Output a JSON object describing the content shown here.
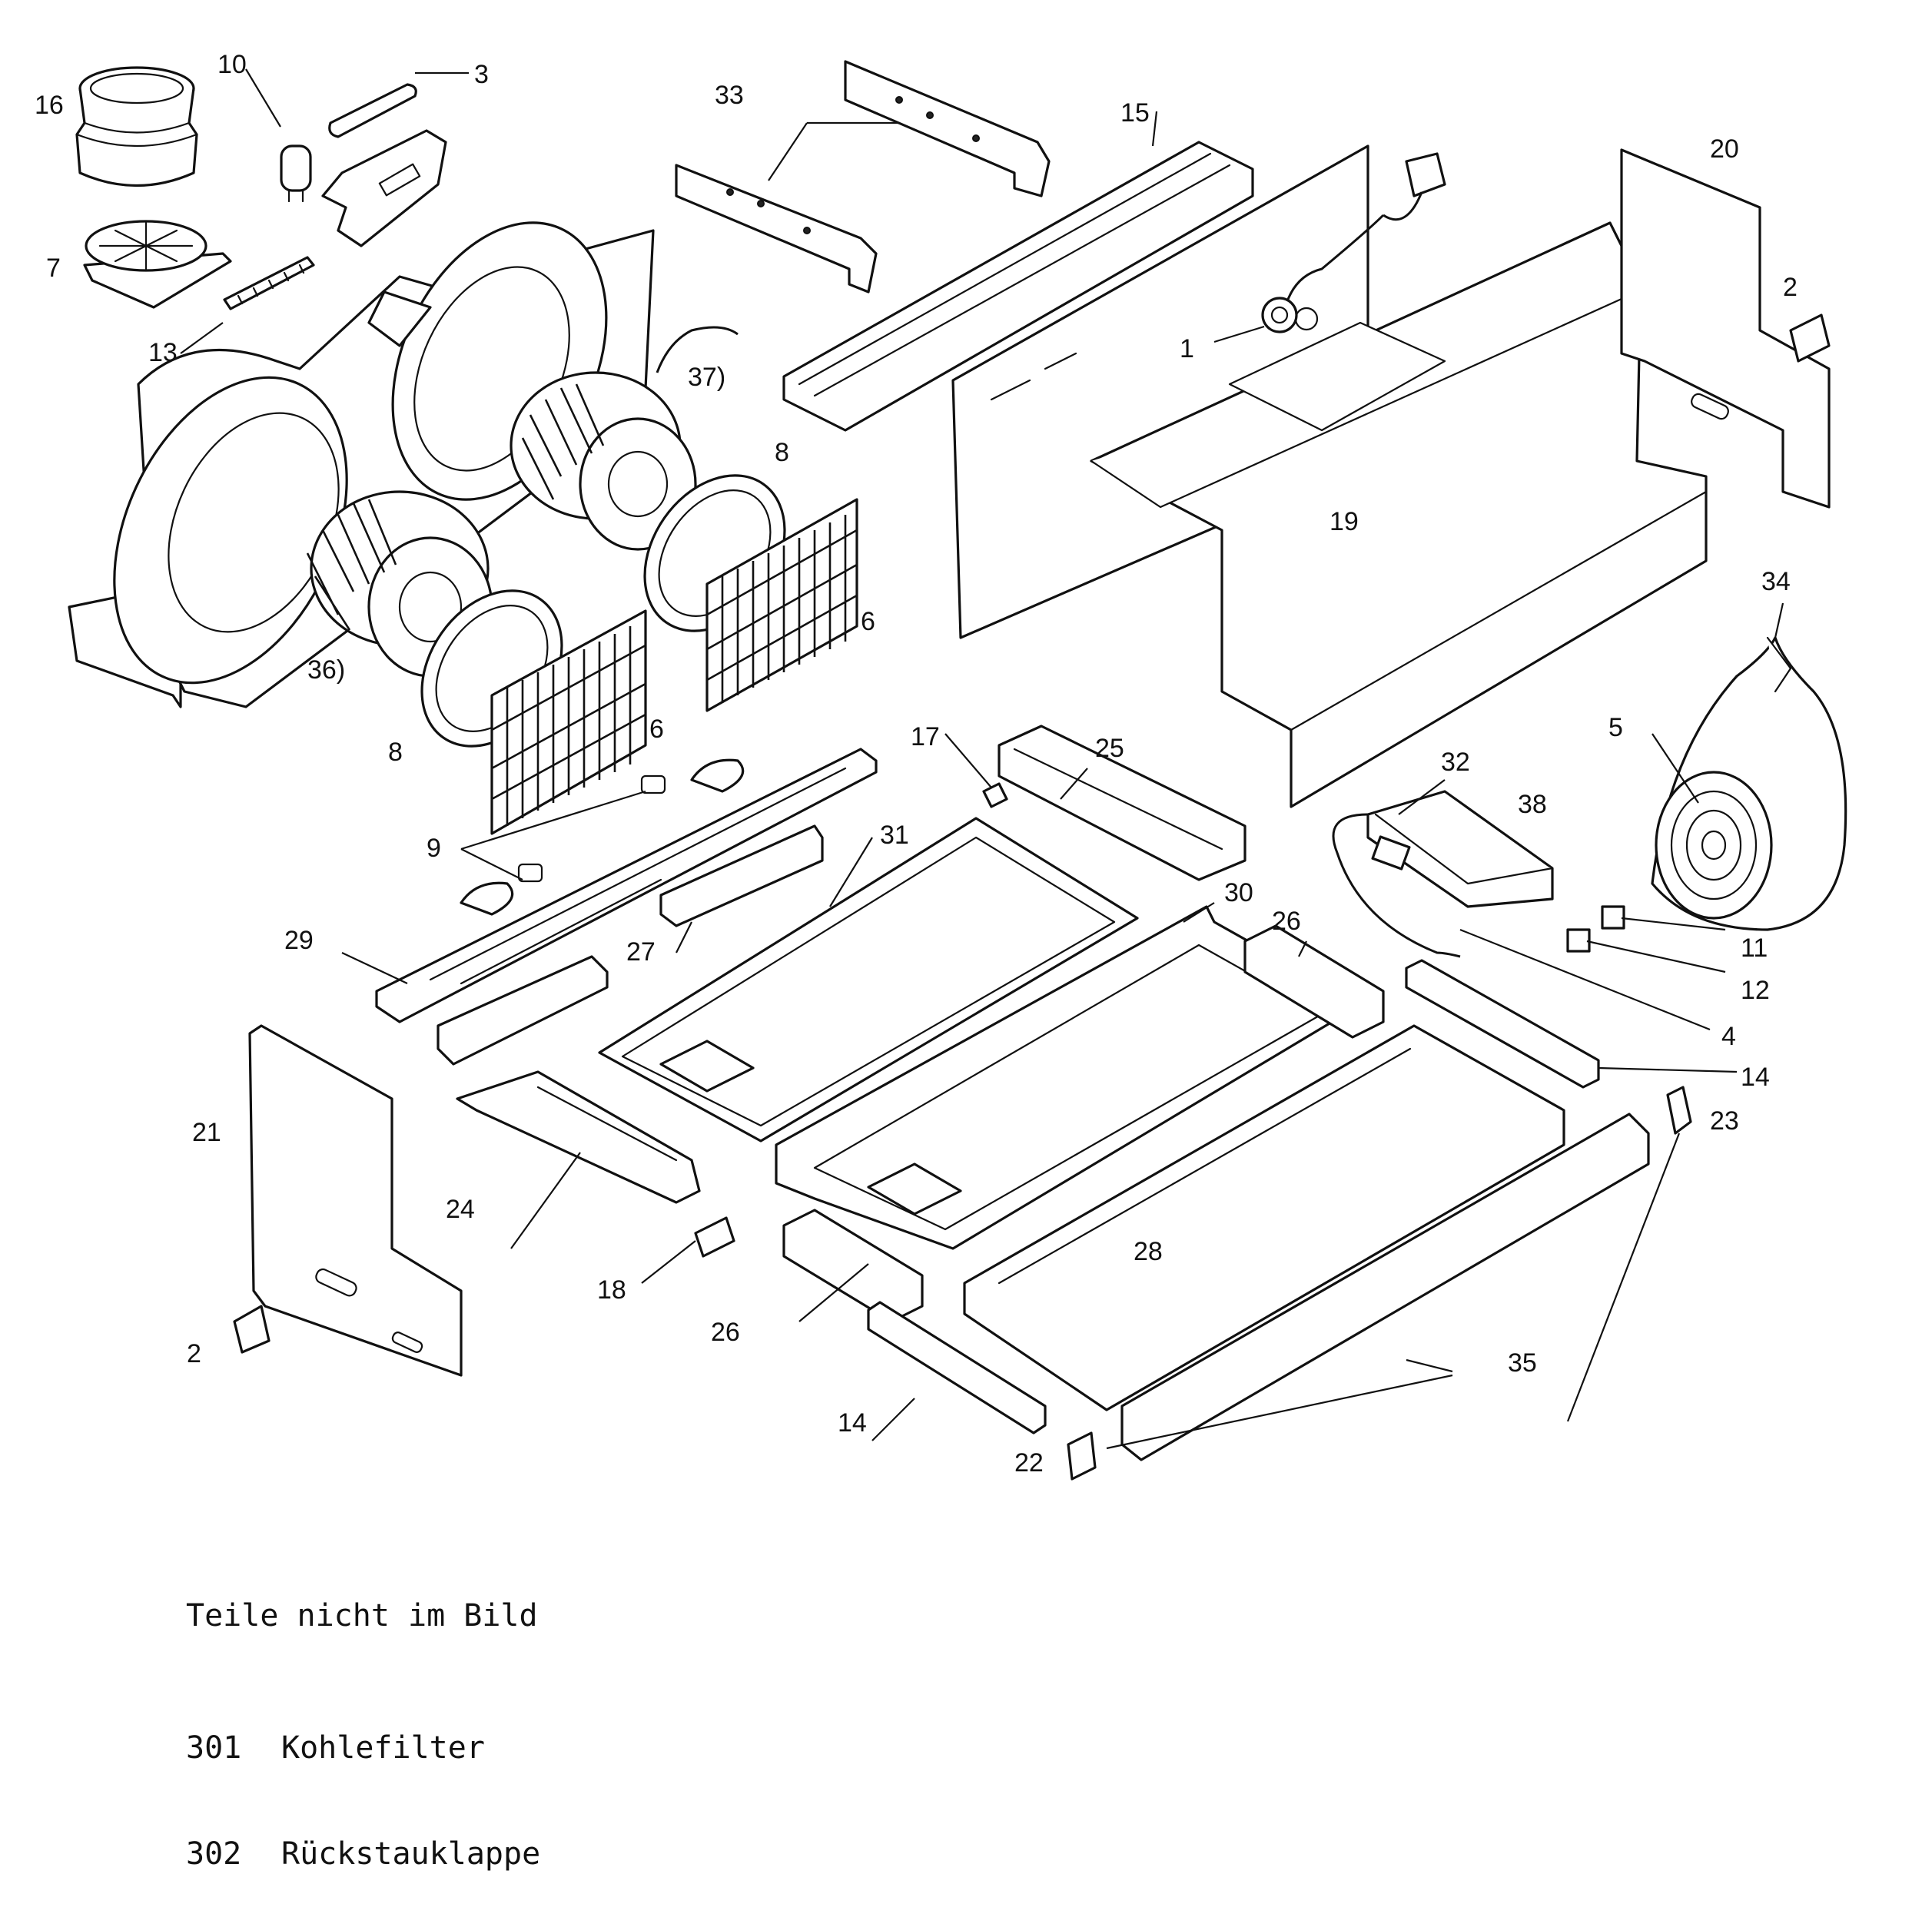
{
  "diagram": {
    "part_numbers": [
      "1",
      "2",
      "3",
      "4",
      "5",
      "6",
      "7",
      "8",
      "9",
      "10",
      "11",
      "12",
      "13",
      "14",
      "15",
      "16",
      "17",
      "18",
      "19",
      "20",
      "21",
      "22",
      "23",
      "24",
      "25",
      "26",
      "27",
      "28",
      "29",
      "30",
      "31",
      "32",
      "33",
      "34",
      "35",
      "36)",
      "37)",
      "38"
    ]
  },
  "legend": {
    "title": "Teile nicht im Bild",
    "items": [
      {
        "number": "301",
        "label": "Kohlefilter"
      },
      {
        "number": "302",
        "label": "Rückstauklappe"
      }
    ]
  }
}
